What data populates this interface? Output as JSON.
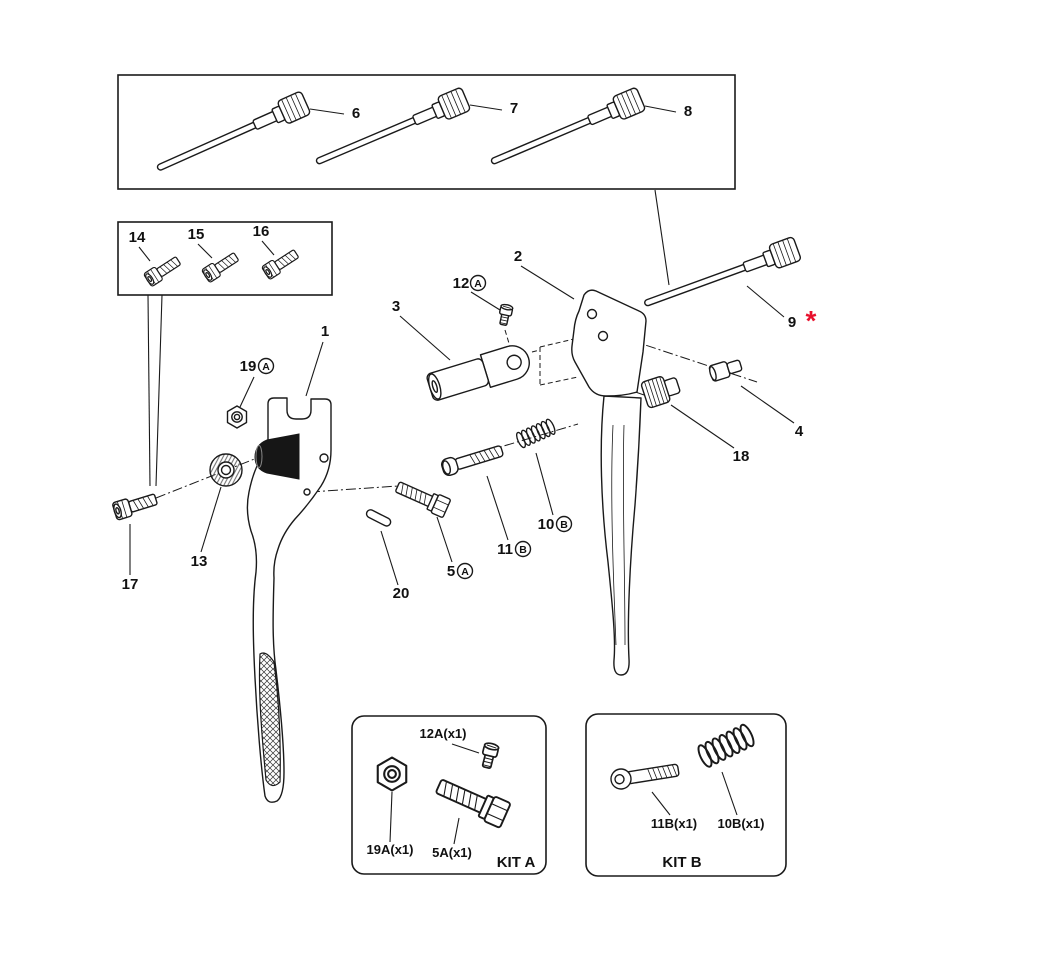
{
  "figure": {
    "type": "exploded-parts-diagram"
  },
  "colors": {
    "line": "#1a1a1a",
    "accent_red": "#e8112d"
  },
  "labels": {
    "p1": "1",
    "p2": "2",
    "p3": "3",
    "p4": "4",
    "p6": "6",
    "p7": "7",
    "p8": "8",
    "p9": "9",
    "p13": "13",
    "p14": "14",
    "p15": "15",
    "p16": "16",
    "p17": "17",
    "p18": "18",
    "p20": "20",
    "p5_num": "5",
    "p10_num": "10",
    "p11_num": "11",
    "p12_num": "12",
    "p19_num": "19",
    "letter_a": "A",
    "letter_b": "B",
    "asterisk": "*"
  },
  "kit_a": {
    "title": "KIT A",
    "item_12a": "12A(x1)",
    "item_19a": "19A(x1)",
    "item_5a": "5A(x1)"
  },
  "kit_b": {
    "title": "KIT B",
    "item_11b": "11B(x1)",
    "item_10b": "10B(x1)"
  }
}
